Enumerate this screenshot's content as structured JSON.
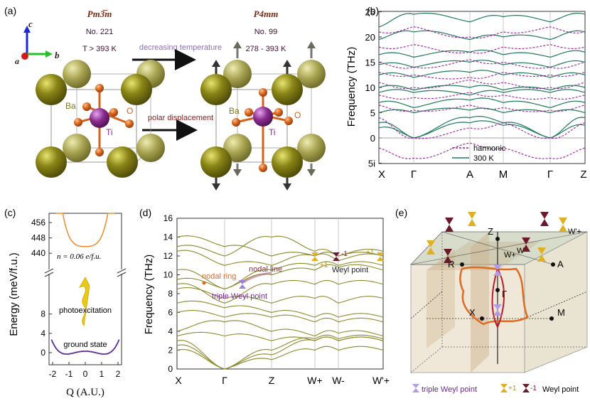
{
  "panel_labels": {
    "a": "(a)",
    "b": "(b)",
    "c": "(c)",
    "d": "(d)",
    "e": "(e)"
  },
  "panel_a": {
    "left_phase": {
      "space_group": "Pm3̅m",
      "number": "No. 221",
      "temperature": "T > 393 K"
    },
    "right_phase": {
      "space_group": "P4mm",
      "number": "No. 99",
      "temperature": "278 - 393 K"
    },
    "arrow_top_label": "decreasing temperature",
    "arrow_bottom_label": "polar displacement",
    "axes": {
      "c": "c",
      "b": "b",
      "a": "a"
    },
    "atoms": {
      "ba": "Ba",
      "ti": "Ti",
      "o": "O"
    },
    "colors": {
      "ba": "#7f7a12",
      "ba_light": "#a8a44c",
      "ti": "#8a2b8f",
      "o": "#d5621c"
    }
  },
  "panel_b": {
    "ylabel": "Frequency (THz)",
    "yticks": [
      "25",
      "20",
      "15",
      "10",
      "5",
      "0",
      "5i"
    ],
    "xticks": [
      "X",
      "Γ",
      "A",
      "M",
      "Γ",
      "Z"
    ],
    "legend": [
      {
        "name": "harmonic",
        "color": "#9a1fa0",
        "style": "dashed"
      },
      {
        "name": "300 K",
        "color": "#1f7a5a",
        "style": "solid"
      }
    ]
  },
  "panel_c": {
    "ylabel": "Energy (meV/f.u.)",
    "xlabel": "Q (A.U.)",
    "yticks_top": [
      "456",
      "448",
      "440"
    ],
    "yticks_bottom": [
      "8",
      "4",
      "0"
    ],
    "xticks": [
      "-2",
      "-1",
      "0",
      "1",
      "2"
    ],
    "carrier_label": "n = 0.06 e/f.u.",
    "photo_label": "photoexcitation",
    "ground_label": "ground state",
    "colors": {
      "excited": "#f08a2a",
      "ground": "#5a2a9a",
      "arrow": "#e8c81a"
    }
  },
  "panel_d": {
    "ylabel": "Frequency (THz)",
    "yticks": [
      "0",
      "2",
      "4",
      "6",
      "8",
      "10",
      "12",
      "14",
      "16"
    ],
    "xticks": [
      "X",
      "Γ",
      "Z",
      "W+",
      "W-",
      "W'+"
    ],
    "annotations": {
      "nodal_ring": "nodal ring",
      "nodal_line": "nodal line",
      "triple_weyl": "triple Weyl point",
      "weyl_point": "Weyl point",
      "plus1": "+1",
      "minus1": "-1"
    },
    "band_color": "#8c8a2a"
  },
  "panel_e": {
    "labels": {
      "z": "Z",
      "r": "R",
      "a": "A",
      "x": "X",
      "m": "M",
      "gamma": "Γ",
      "wm": "W-",
      "wp": "W+",
      "wpp": "W'+"
    },
    "legend": {
      "triple": "triple Weyl point",
      "plus1": "+1",
      "minus1": "-1",
      "weyl": "Weyl point"
    }
  }
}
